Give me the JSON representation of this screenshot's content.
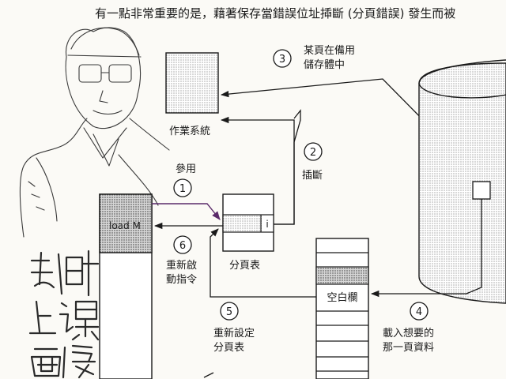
{
  "caption": "有一點非常重要的是，藉著保存當錯誤位址揷斷 (分頁錯誤) 發生而被",
  "nodes": {
    "os_label": "作業系統",
    "ref_label": "參用",
    "interrupt_label": "插斷",
    "page_on_backing": "某頁在備用\n儲存體中",
    "load_instr": "load M",
    "page_table_label": "分頁表",
    "page_table_entry": "i",
    "restart_label": "重新啟\n動指令",
    "reset_label": "重新設定\n分頁表",
    "free_frame_label": "空白欄",
    "load_page_label": "載入想要的\n那一頁資料"
  },
  "steps": [
    "1",
    "2",
    "3",
    "4",
    "5",
    "6"
  ],
  "handwriting": [
    "老師",
    "上課",
    "畫像"
  ],
  "colors": {
    "shade": "#9a9a9a",
    "purple_arrow": "#5a2a6a",
    "ink": "#1a1a1a"
  }
}
